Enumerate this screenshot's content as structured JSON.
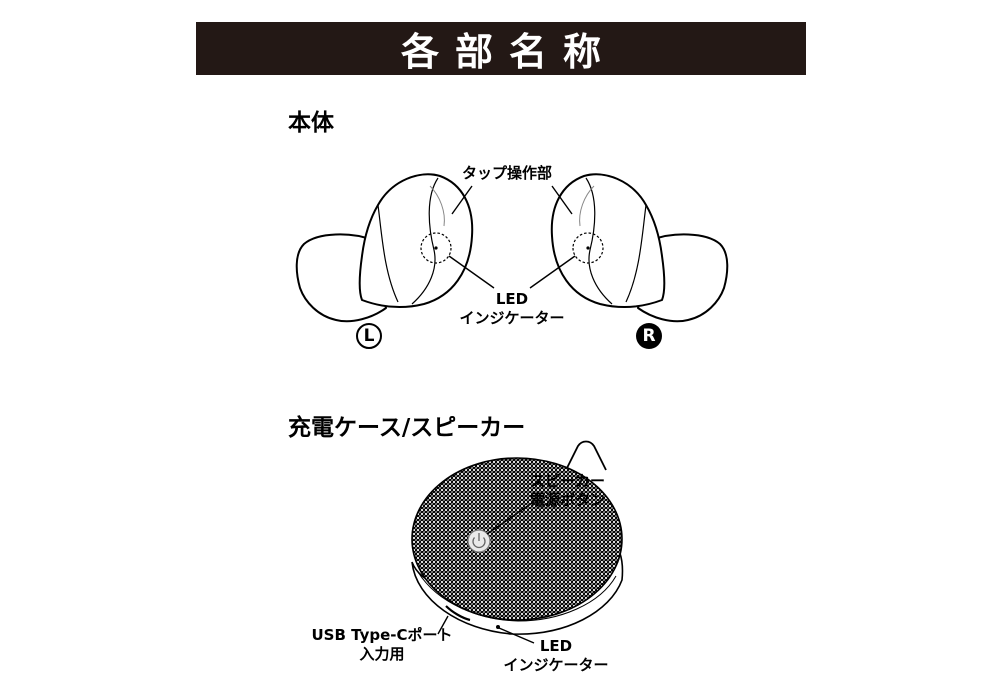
{
  "header": {
    "title": "各部名称"
  },
  "body_section": {
    "title": "本体",
    "labels": {
      "tap_area": "タップ操作部",
      "led_line1": "LED",
      "led_line2": "インジケーター",
      "left_badge": "L",
      "right_badge": "R"
    }
  },
  "case_section": {
    "title": "充電ケース/スピーカー",
    "labels": {
      "power_line1": "スピーカー",
      "power_line2": "電源ボタン",
      "usb_line1": "USB Type-Cポート",
      "usb_line2": "入力用",
      "led_line1": "LED",
      "led_line2": "インジケーター"
    }
  }
}
